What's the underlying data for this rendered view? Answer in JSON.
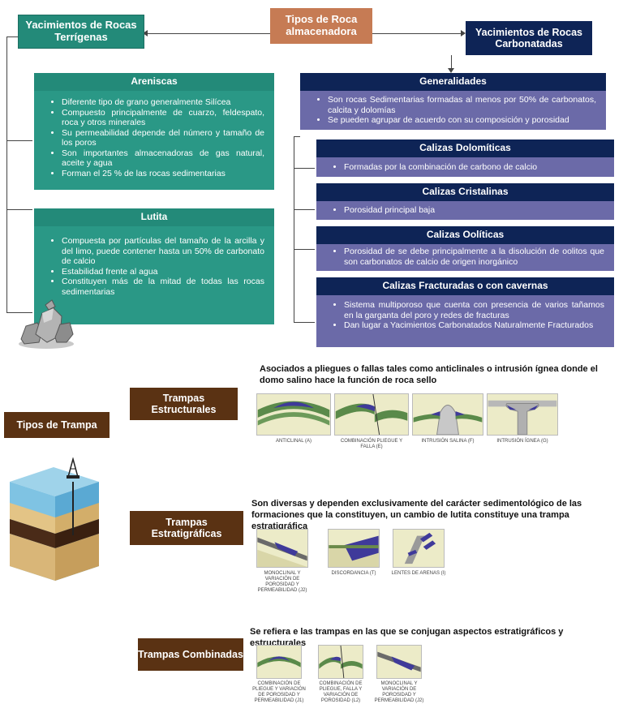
{
  "title": "Tipos de Roca almacenadora",
  "terrigenas": {
    "title": "Yacimientos de Rocas Terrígenas",
    "areniscas": {
      "title": "Areniscas",
      "items": [
        "Diferente tipo de grano generalmente Silícea",
        "Compuesto principalmente de cuarzo, feldespato, roca y otros minerales",
        "Su permeabilidad depende del número y tamaño de los poros",
        "Son importantes almacenadoras de gas natural, aceite y agua",
        "Forman el 25 % de las rocas sedimentarias"
      ]
    },
    "lutita": {
      "title": "Lutita",
      "items": [
        "Compuesta por partículas del tamaño de la arcilla y del limo, puede contener hasta un 50% de carbonato de calcio",
        "Estabilidad frente al agua",
        "Constituyen más de la mitad de todas las rocas sedimentarias"
      ]
    }
  },
  "carbonatadas": {
    "title": "Yacimientos de Rocas Carbonatadas",
    "generalidades": {
      "title": "Generalidades",
      "items": [
        "Son rocas Sedimentarias formadas al menos por 50% de carbonatos, calcita y dolomías",
        "Se pueden agrupar de acuerdo con su composición y porosidad"
      ]
    },
    "dolomiticas": {
      "title": "Calizas Dolomíticas",
      "items": [
        "Formadas por la combinación de carbono de calcio"
      ]
    },
    "cristalinas": {
      "title": "Calizas Cristalinas",
      "items": [
        "Porosidad principal baja"
      ]
    },
    "ooliticas": {
      "title": "Calizas Oolíticas",
      "items": [
        "Porosidad de se debe principalmente a la disolución de oolitos que son carbonatos de calcio de origen inorgánico"
      ]
    },
    "fracturadas": {
      "title": "Calizas Fracturadas o con cavernas",
      "items": [
        "Sistema multiporoso que cuenta con presencia de varios tañamos en la garganta del poro y redes de fracturas",
        "Dan lugar a Yacimientos Carbonatados Naturalmente Fracturados"
      ]
    }
  },
  "trampas": {
    "title": "Tipos de Trampa",
    "estructurales": {
      "title": "Trampas Estructurales",
      "description": "Asociados a pliegues o fallas tales como anticlinales o intrusión ígnea donde el domo salino hace la función de roca sello",
      "captions": [
        "ANTICLINAL (A)",
        "COMBINACIÓN PLIEGUE Y FALLA (E)",
        "INTRUSIÓN SALINA (F)",
        "INTRUSIÓN ÍGNEA (G)"
      ]
    },
    "estratigraficas": {
      "title": "Trampas Estratigráficas",
      "description": "Son diversas y dependen exclusivamente del carácter sedimentológico de las formaciones que la constituyen, un cambio de lutita constituye una trampa estratigráfica",
      "captions": [
        "MONOCLINAL Y VARIACIÓN DE POROSIDAD Y PERMEABILIDAD (J2)",
        "DISCORDANCIA (T)",
        "LENTES DE ARENAS (I)"
      ]
    },
    "combinadas": {
      "title": "Trampas Combinadas",
      "description": "Se refiera e las trampas en las que se conjugan aspectos estratigráficos y estructurales",
      "captions": [
        "COMBINACIÓN DE PLIEGUE Y VARIACIÓN DE POROSIDAD Y PERMEABILIDAD (J1)",
        "COMBINACIÓN DE PLIEGUE, FALLA Y VARIACIÓN DE POROSIDAD (L2)",
        "MONOCLINAL Y VARIACIÓN DE POROSIDAD Y PERMEABILIDAD (J2)"
      ]
    }
  }
}
